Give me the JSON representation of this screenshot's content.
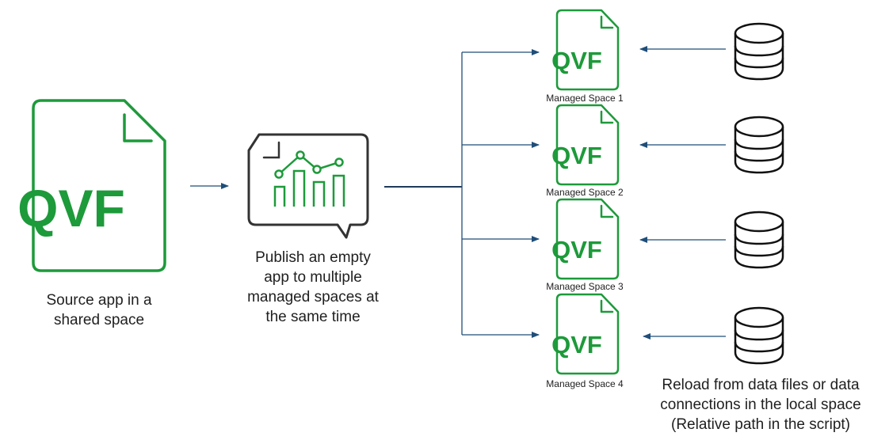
{
  "source": {
    "file_label": "QVF",
    "caption_line1": "Source app in a",
    "caption_line2": "shared space"
  },
  "publish": {
    "caption_line1": "Publish an empty",
    "caption_line2": "app to multiple",
    "caption_line3": "managed spaces at",
    "caption_line4": "the same time"
  },
  "managed_spaces": [
    {
      "file_label": "QVF",
      "label": "Managed Space 1"
    },
    {
      "file_label": "QVF",
      "label": "Managed Space 2"
    },
    {
      "file_label": "QVF",
      "label": "Managed Space 3"
    },
    {
      "file_label": "QVF",
      "label": "Managed Space 4"
    }
  ],
  "reload": {
    "caption_line1": "Reload from data files or data",
    "caption_line2": "connections in the local space",
    "caption_line3": "(Relative path in the script)"
  },
  "colors": {
    "qvf_green": "#1d9a3a",
    "arrow_blue": "#1f4e79",
    "icon_dark": "#333333"
  },
  "icons": {
    "file": "file-icon",
    "chart_bubble": "chart-bubble-icon",
    "database": "database-icon"
  }
}
